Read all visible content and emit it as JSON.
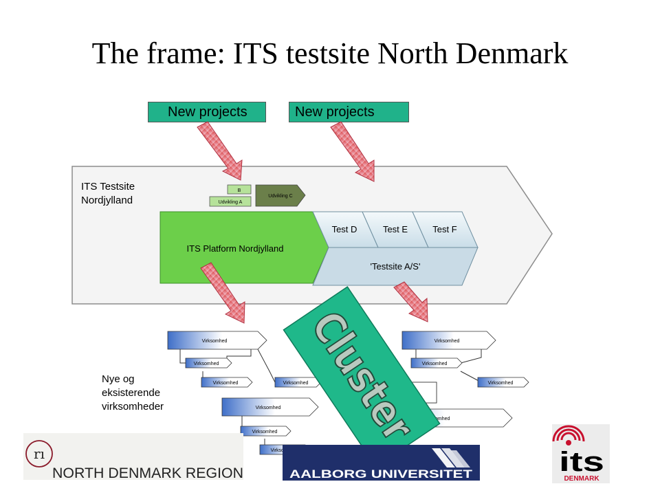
{
  "slide": {
    "title": "The frame: ITS testsite North Denmark"
  },
  "new_projects": [
    "New projects",
    "New projects"
  ],
  "testsite_label": [
    "ITS Testsite",
    "Nordjylland"
  ],
  "small_boxes": {
    "b": "B",
    "a": "Udvikling A",
    "c": "Udvikling C"
  },
  "platform_label": "ITS Platform Nordjylland",
  "tests": [
    "Test D",
    "Test E",
    "Test F"
  ],
  "testsite_as": "'Testsite A/S'",
  "companies": {
    "label": "Virksomhed",
    "group_label": [
      "Nye og",
      "eksisterende",
      "virksomheder"
    ]
  },
  "cluster_text": "Cluster",
  "logos": {
    "region_mark": "rı",
    "region_name": "NORTH DENMARK REGION",
    "university": "AALBORG UNIVERSITET",
    "its": "its",
    "its_sub": "DENMARK"
  },
  "colors": {
    "green_box": "#20b28a",
    "platform_green": "#6ccf4a",
    "test_blue": "#d6e6ee",
    "cluster": "#1fb88a",
    "arrow_red": "#d84a4a",
    "logo_red": "#c8102e",
    "company_blue": "#4a7fd4"
  }
}
